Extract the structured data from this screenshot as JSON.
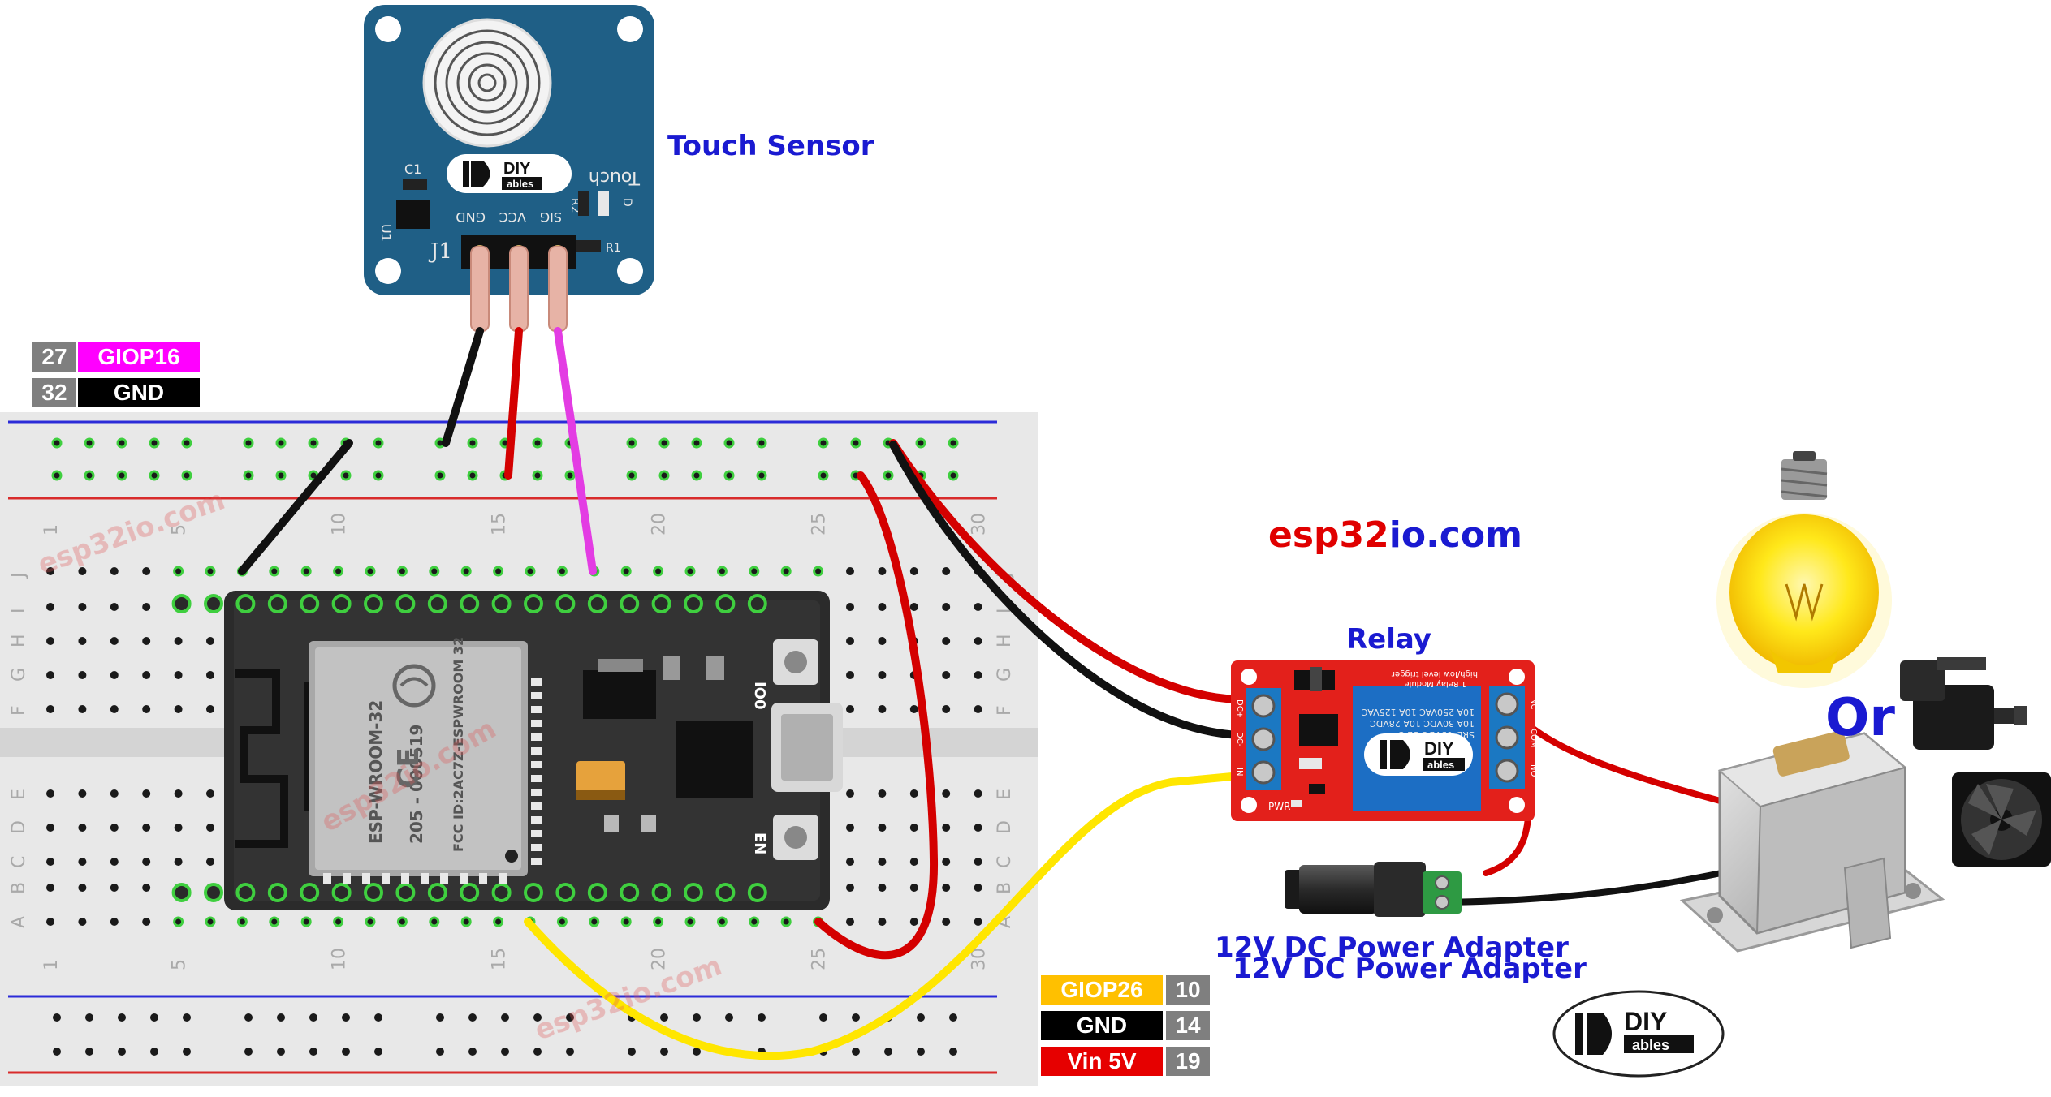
{
  "labels": {
    "touch_sensor": "Touch Sensor",
    "relay": "Relay",
    "site_brand": {
      "part1": "esp32",
      "part2": "io",
      "part3": ".com"
    },
    "power_adapter_a": "12V DC Power Adapter",
    "power_adapter_b": "12V DC Power Adapter",
    "or_text": "Or",
    "watermark": "esp32io.com"
  },
  "pin_tables": {
    "top": [
      {
        "num": "27",
        "label": "GIOP16",
        "color": "#ff00ff"
      },
      {
        "num": "32",
        "label": "GND",
        "color": "#000000"
      }
    ],
    "bottom": [
      {
        "num": "10",
        "label": "GIOP26",
        "color": "#ffc000",
        "text_color": "#ffffff"
      },
      {
        "num": "14",
        "label": "GND",
        "color": "#000000",
        "text_color": "#ffffff"
      },
      {
        "num": "19",
        "label": "Vin 5V",
        "color": "#e60000",
        "text_color": "#ffffff"
      }
    ]
  },
  "touch_board": {
    "logo_top": "DIY",
    "logo_bottom": "ables",
    "silk_text": "Touch",
    "pins": [
      "GND",
      "VCC",
      "SIG"
    ],
    "component_labels": [
      "C1",
      "U1",
      "R2",
      "D",
      "R1",
      "J1"
    ]
  },
  "esp32": {
    "module_name": "ESP-WROOM-32",
    "module_id": "205 - 000519",
    "fcc": "FCC ID:2AC7Z-ESPWROOM 32",
    "buttons": [
      "IO0",
      "EN"
    ]
  },
  "relay_board": {
    "logo_top": "DIY",
    "logo_bottom": "ables",
    "module_text": "1 Relay Module",
    "trigger_text": "high/low level trigger",
    "relay_model": "SRD-05VDC-SL-C",
    "relay_rating_a": "10A 250VAC 10A 125VAC",
    "relay_rating_b": "10A 30VDC 10A 28VDC",
    "terminals_left": [
      "DC+",
      "DC-",
      "IN"
    ],
    "terminals_right": [
      "NC",
      "COM",
      "NO"
    ],
    "pwr_label": "PWR"
  },
  "breadboard": {
    "column_numbers": [
      "1",
      "5",
      "10",
      "15",
      "20",
      "25",
      "30"
    ],
    "row_letters_top": [
      "J",
      "I",
      "H",
      "G",
      "F"
    ],
    "row_letters_bottom": [
      "E",
      "D",
      "C",
      "B",
      "A"
    ]
  },
  "footer_logo": {
    "top": "DIY",
    "bottom": "ables"
  },
  "colors": {
    "wire_black": "#111111",
    "wire_red": "#d40000",
    "wire_magenta": "#e33ce3",
    "wire_yellow": "#ffe600",
    "touch_board": "#1f5f86",
    "relay_board": "#e3201b",
    "brand_red": "#e00000",
    "brand_blue": "#1a1ad1"
  }
}
